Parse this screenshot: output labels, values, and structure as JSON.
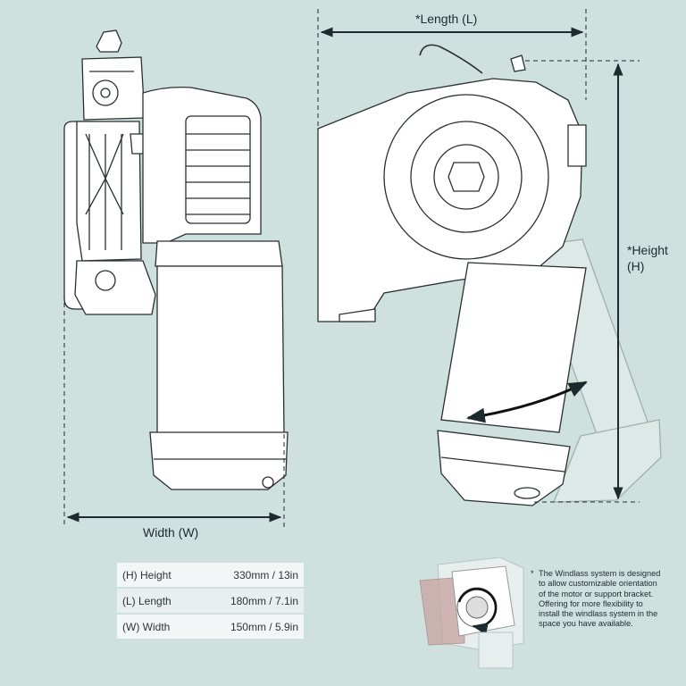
{
  "labels": {
    "length": "*Length (L)",
    "height_line1": "*Height",
    "height_line2": "(H)",
    "width": "Width (W)"
  },
  "specs": [
    {
      "label": "(H) Height",
      "value": "330mm / 13in"
    },
    {
      "label": "(L) Length",
      "value": "180mm / 7.1in"
    },
    {
      "label": "(W) Width",
      "value": "150mm / 5.9in"
    }
  ],
  "note": {
    "star": "*",
    "text": "The Windlass system is designed to allow customizable orientation of the motor or support bracket. Offering for more flexibility to install the windlass system in the space you have available."
  },
  "colors": {
    "background": "#cfe1de",
    "line": "#1d2a2e",
    "part_fill": "#ffffff"
  }
}
